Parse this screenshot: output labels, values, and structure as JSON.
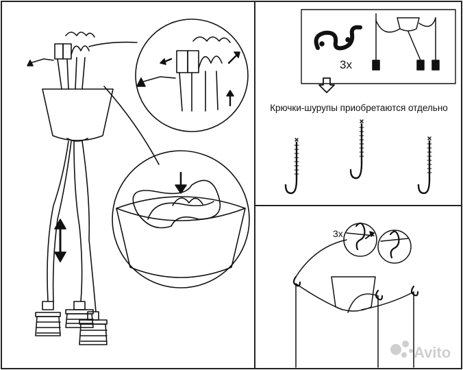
{
  "caption_hooks": "Крючки-шурупы приобретаются отдельно",
  "hooks_count_top": "3x",
  "hooks_count_bottom": "3x",
  "watermark": "Avito",
  "icons": {
    "vertical_adjust": "double-arrow-icon",
    "push_down": "down-arrow-icon",
    "next_step": "outline-down-arrow-icon",
    "watermark_logo": "avito-dots-icon"
  }
}
